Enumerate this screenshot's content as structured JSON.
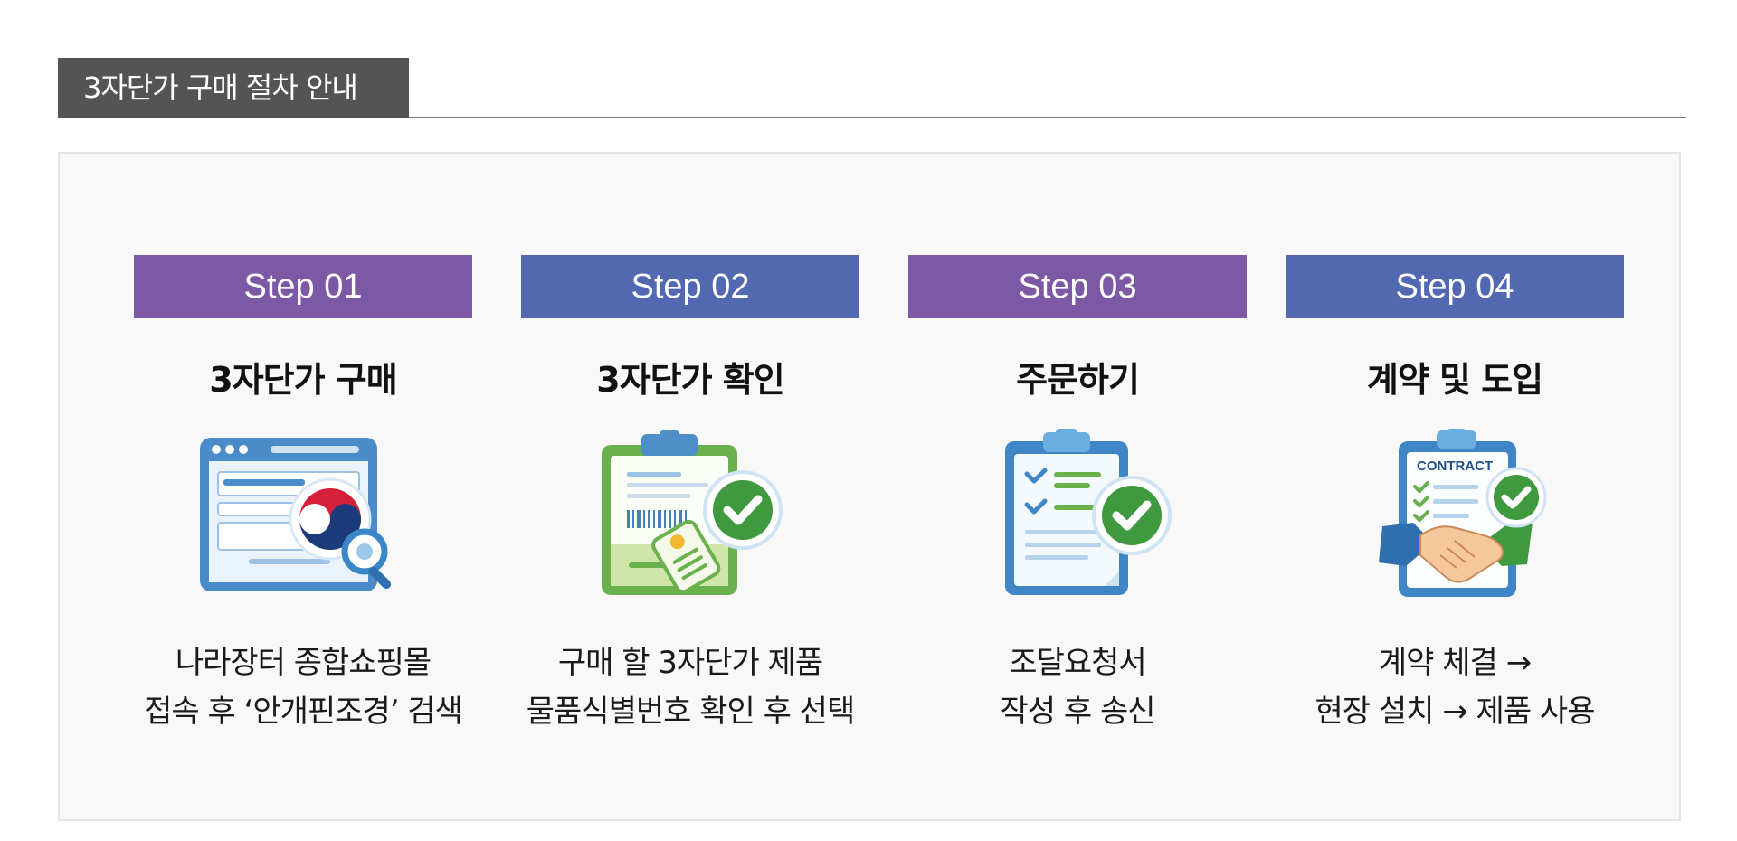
{
  "header": {
    "title": "3자단가 구매 절차 안내"
  },
  "colors": {
    "purple": "#7c58a5",
    "blue": "#5268b0",
    "header_bg": "#545454"
  },
  "steps": [
    {
      "badge": "Step 01",
      "title": "3자단가 구매",
      "icon": "browser-search-emblem-icon",
      "desc_line1": "나라장터 종합쇼핑몰",
      "desc_line2": "접속 후 ‘안개핀조경’ 검색"
    },
    {
      "badge": "Step 02",
      "title": "3자단가 확인",
      "icon": "clipboard-barcode-tag-check-icon",
      "desc_line1": "구매 할 3자단가 제품",
      "desc_line2": "물품식별번호 확인 후 선택"
    },
    {
      "badge": "Step 03",
      "title": "주문하기",
      "icon": "clipboard-checklist-check-icon",
      "desc_line1": "조달요청서",
      "desc_line2": "작성 후 송신"
    },
    {
      "badge": "Step 04",
      "title": "계약 및 도입",
      "icon": "contract-handshake-icon",
      "icon_text": "CONTRACT",
      "desc_line1": "계약 체결 →",
      "desc_line2": "현장 설치 → 제품 사용"
    }
  ]
}
